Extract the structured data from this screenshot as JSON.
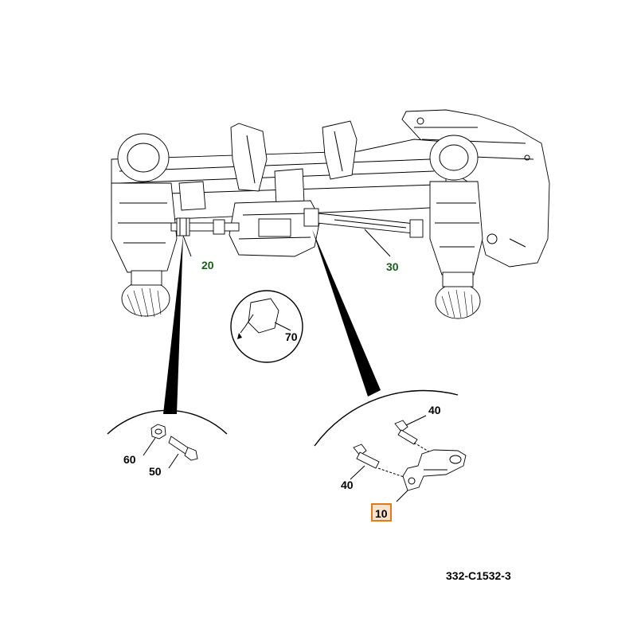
{
  "callouts": {
    "c10": "10",
    "c20": "20",
    "c30": "30",
    "c40a": "40",
    "c40b": "40",
    "c50": "50",
    "c60": "60",
    "c70": "70"
  },
  "reference_code": "332-C1532-3",
  "colors": {
    "highlight_fill": "#fde2c8",
    "highlight_border": "#e07a1f",
    "driveline_label": "#1a5c1a",
    "line": "#000000"
  }
}
